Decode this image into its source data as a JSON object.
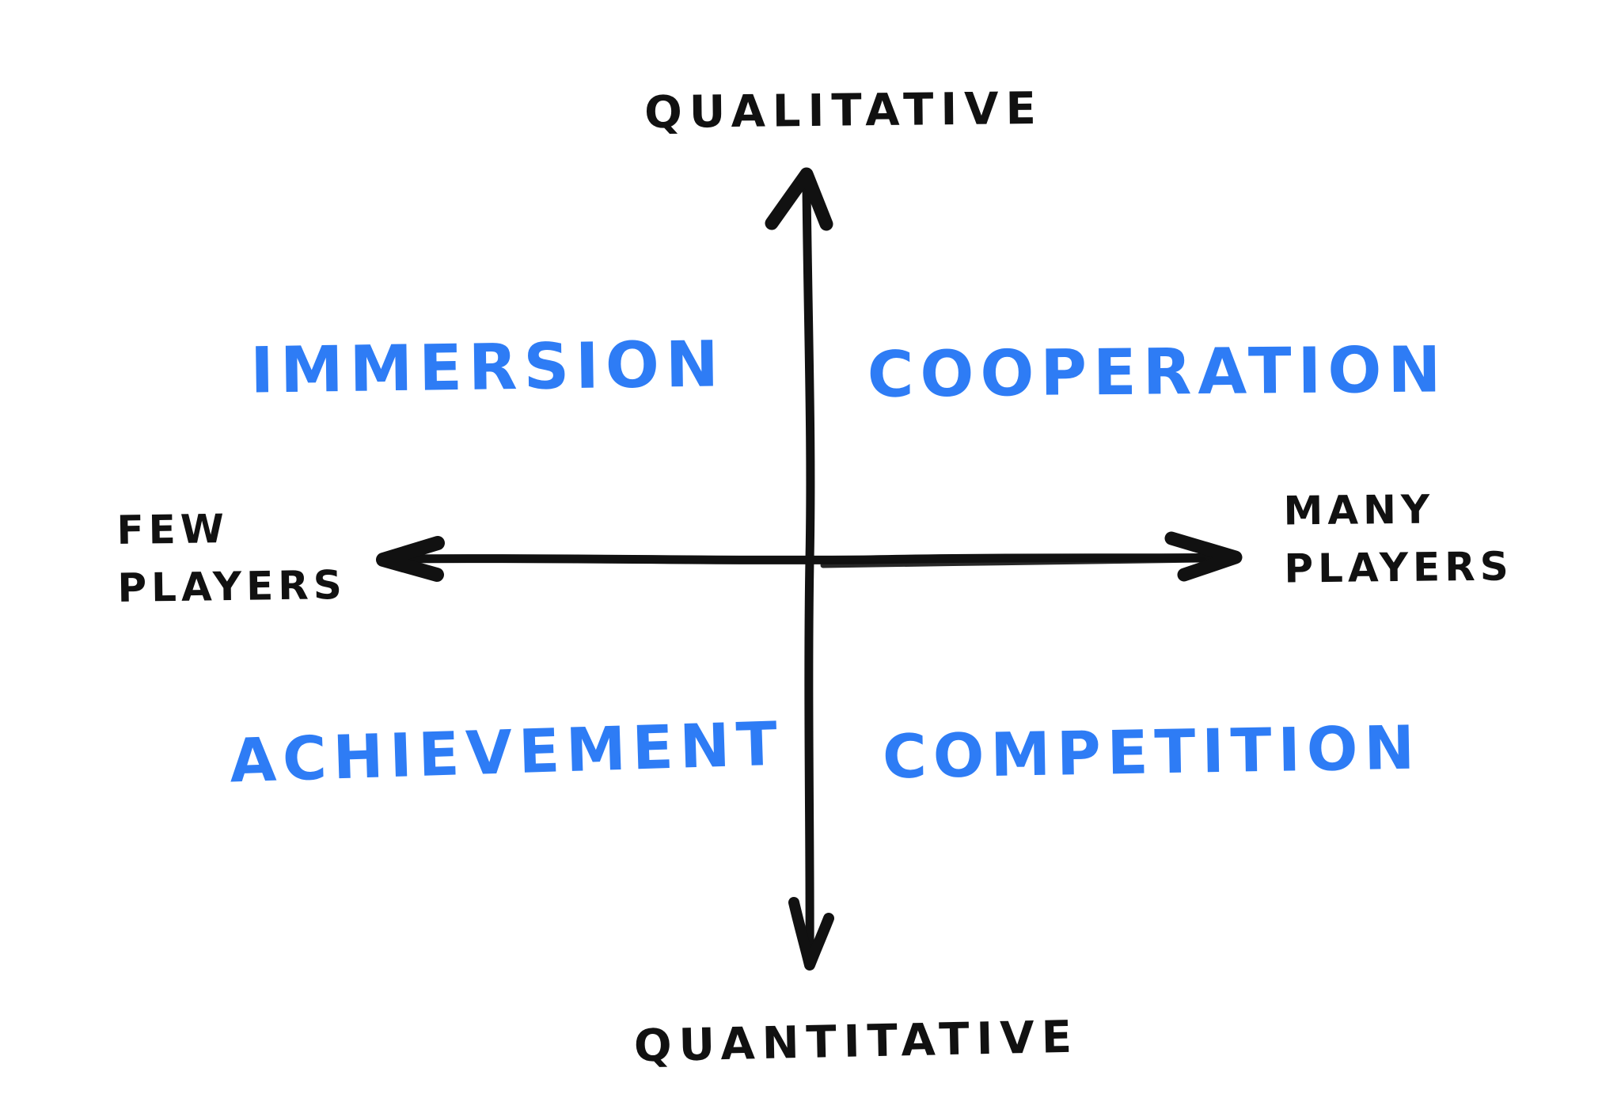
{
  "diagram": {
    "title_axis_vertical_top": "QUALITATIVE",
    "title_axis_vertical_bottom": "QUANTITATIVE",
    "axis_horizontal_left": {
      "line1": "FEW",
      "line2": "PLAYERS"
    },
    "axis_horizontal_right": {
      "line1": "MANY",
      "line2": "PLAYERS"
    },
    "quadrants": {
      "top_left": "IMMERSION",
      "top_right": "COOPERATION",
      "bottom_left": "ACHIEVEMENT",
      "bottom_right": "COMPETITION"
    },
    "icons": {
      "up_arrow": "up-arrowhead-icon",
      "down_arrow": "down-arrowhead-icon",
      "left_arrow": "left-arrowhead-icon",
      "right_arrow": "right-arrowhead-icon"
    },
    "colors": {
      "ink": "#111111",
      "accent_blue": "#2e7cf5",
      "background": "#ffffff"
    }
  }
}
